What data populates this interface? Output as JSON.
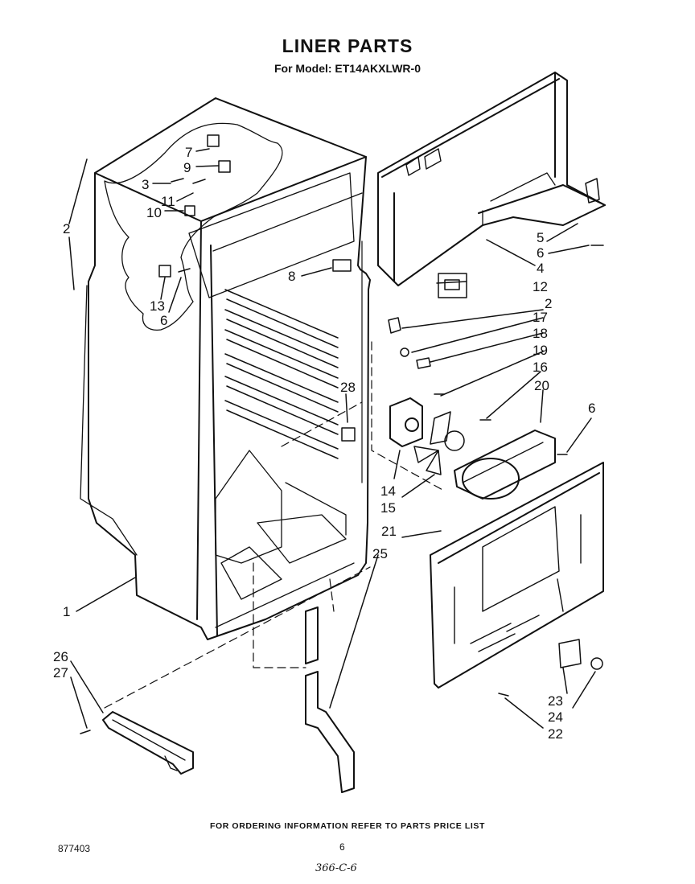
{
  "header": {
    "title": "LINER PARTS",
    "subtitle": "For Model: ET14AKXLWR-0"
  },
  "footer": {
    "ordering_note": "FOR ORDERING INFORMATION REFER TO PARTS PRICE LIST",
    "document_number": "877403",
    "page_number": "6",
    "handwritten_code": "366-C-6"
  },
  "callouts": {
    "c1": "1",
    "c2a": "2",
    "c2b": "2",
    "c3": "3",
    "c4": "4",
    "c5": "5",
    "c6a": "6",
    "c6b": "6",
    "c6c": "6",
    "c7": "7",
    "c8": "8",
    "c9": "9",
    "c10": "10",
    "c11": "11",
    "c12": "12",
    "c13": "13",
    "c14": "14",
    "c15": "15",
    "c16": "16",
    "c17": "17",
    "c18": "18",
    "c19": "19",
    "c20": "20",
    "c21": "21",
    "c22": "22",
    "c23": "23",
    "c24": "24",
    "c25": "25",
    "c26": "26",
    "c27": "27",
    "c28": "28"
  }
}
